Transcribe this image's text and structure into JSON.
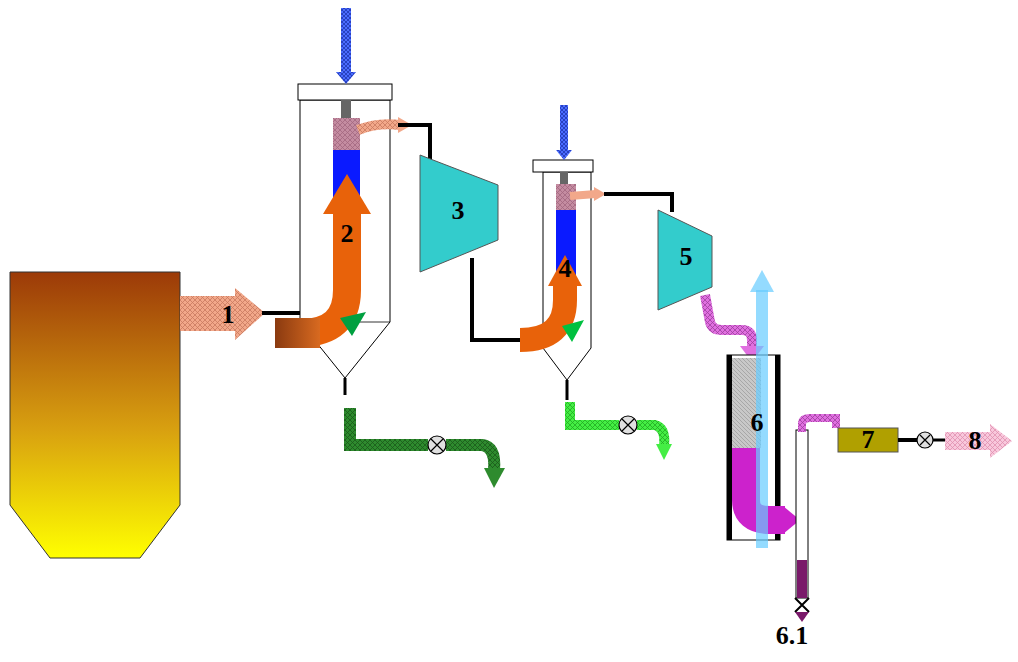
{
  "diagram": {
    "labels": [
      "1",
      "2",
      "3",
      "4",
      "5",
      "6",
      "6.1",
      "7",
      "8"
    ]
  }
}
